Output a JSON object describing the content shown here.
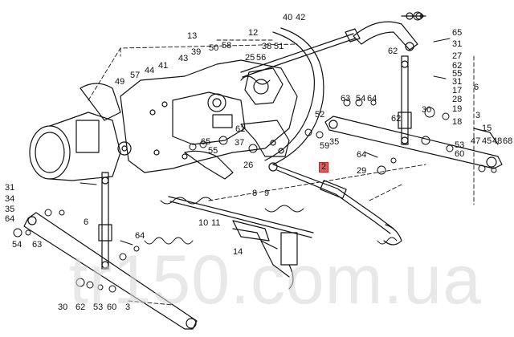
{
  "watermark": "tr150.com.ua",
  "highlighted_part": "2",
  "callouts": [
    {
      "id": "c40",
      "text": "40"
    },
    {
      "id": "c42",
      "text": "42"
    },
    {
      "id": "c13",
      "text": "13"
    },
    {
      "id": "c12",
      "text": "12"
    },
    {
      "id": "c65a",
      "text": "65"
    },
    {
      "id": "c31a",
      "text": "31"
    },
    {
      "id": "c50",
      "text": "50"
    },
    {
      "id": "c58",
      "text": "58"
    },
    {
      "id": "c38",
      "text": "38"
    },
    {
      "id": "c51",
      "text": "51"
    },
    {
      "id": "c25",
      "text": "25"
    },
    {
      "id": "c56",
      "text": "56"
    },
    {
      "id": "c39",
      "text": "39"
    },
    {
      "id": "c43",
      "text": "43"
    },
    {
      "id": "c41",
      "text": "41"
    },
    {
      "id": "c57",
      "text": "57"
    },
    {
      "id": "c44",
      "text": "44"
    },
    {
      "id": "c49",
      "text": "49"
    },
    {
      "id": "c62a",
      "text": "62"
    },
    {
      "id": "c27",
      "text": "27"
    },
    {
      "id": "c62b",
      "text": "62"
    },
    {
      "id": "c55a",
      "text": "55"
    },
    {
      "id": "c31b",
      "text": "31"
    },
    {
      "id": "c17",
      "text": "17"
    },
    {
      "id": "c6a",
      "text": "6"
    },
    {
      "id": "c63a",
      "text": "63"
    },
    {
      "id": "c54a",
      "text": "54"
    },
    {
      "id": "c64a",
      "text": "64"
    },
    {
      "id": "c28",
      "text": "28"
    },
    {
      "id": "c30a",
      "text": "30"
    },
    {
      "id": "c19",
      "text": "19"
    },
    {
      "id": "c52",
      "text": "52"
    },
    {
      "id": "c62c",
      "text": "62"
    },
    {
      "id": "c18",
      "text": "18"
    },
    {
      "id": "c3a",
      "text": "3"
    },
    {
      "id": "c15",
      "text": "15"
    },
    {
      "id": "c61",
      "text": "61"
    },
    {
      "id": "c35a",
      "text": "35"
    },
    {
      "id": "c59",
      "text": "59"
    },
    {
      "id": "c37",
      "text": "37"
    },
    {
      "id": "c65b",
      "text": "65"
    },
    {
      "id": "c55b",
      "text": "55"
    },
    {
      "id": "c53a",
      "text": "53"
    },
    {
      "id": "c60a",
      "text": "60"
    },
    {
      "id": "c47",
      "text": "47"
    },
    {
      "id": "c45",
      "text": "45"
    },
    {
      "id": "c48",
      "text": "48"
    },
    {
      "id": "c68",
      "text": "68"
    },
    {
      "id": "c64b",
      "text": "64"
    },
    {
      "id": "c26",
      "text": "26"
    },
    {
      "id": "c2",
      "text": "2"
    },
    {
      "id": "c29",
      "text": "29"
    },
    {
      "id": "c8",
      "text": "8"
    },
    {
      "id": "c9",
      "text": "9"
    },
    {
      "id": "c31c",
      "text": "31"
    },
    {
      "id": "c34",
      "text": "34"
    },
    {
      "id": "c35b",
      "text": "35"
    },
    {
      "id": "c10",
      "text": "10"
    },
    {
      "id": "c11",
      "text": "11"
    },
    {
      "id": "c64c",
      "text": "64"
    },
    {
      "id": "c54b",
      "text": "54"
    },
    {
      "id": "c63b",
      "text": "63"
    },
    {
      "id": "c6b",
      "text": "6"
    },
    {
      "id": "c64d",
      "text": "64"
    },
    {
      "id": "c14",
      "text": "14"
    },
    {
      "id": "c30b",
      "text": "30"
    },
    {
      "id": "c62d",
      "text": "62"
    },
    {
      "id": "c53b",
      "text": "53"
    },
    {
      "id": "c60b",
      "text": "60"
    },
    {
      "id": "c3b",
      "text": "3"
    }
  ]
}
